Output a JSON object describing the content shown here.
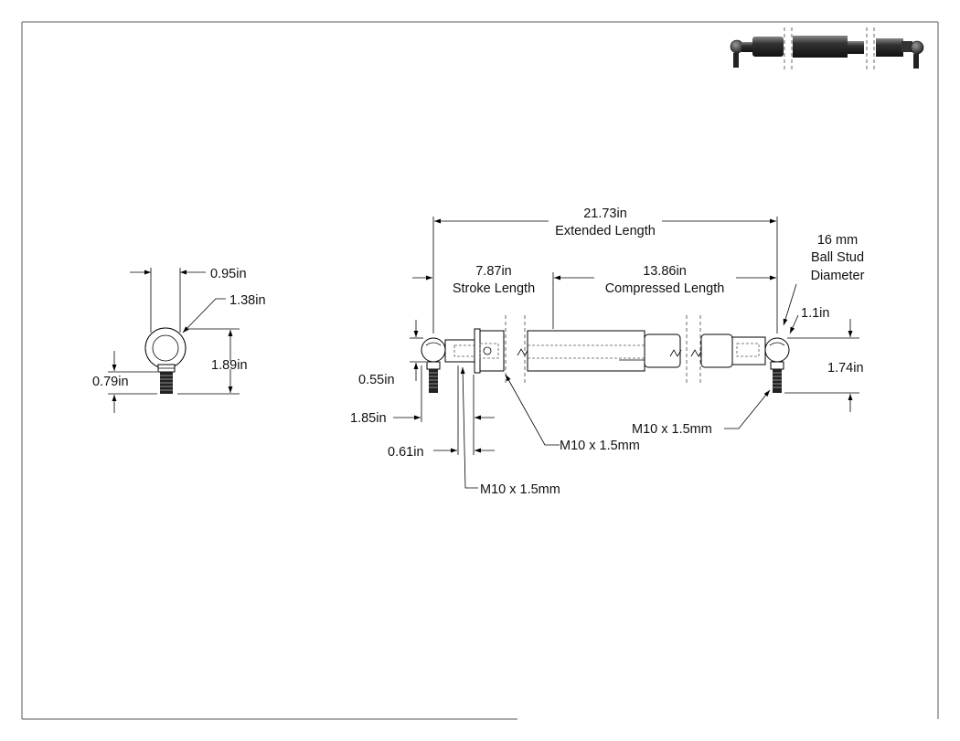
{
  "dimensions": {
    "extended_value": "21.73in",
    "extended_label": "Extended Length",
    "stroke_value": "7.87in",
    "stroke_label": "Stroke Length",
    "compressed_value": "13.86in",
    "compressed_label": "Compressed Length",
    "ball_stud_line1": "16 mm",
    "ball_stud_line2": "Ball Stud",
    "ball_stud_line3": "Diameter",
    "right_1_1": "1.1in",
    "right_1_74": "1.74in",
    "left_0_55": "0.55in",
    "left_1_85": "1.85in",
    "left_0_61": "0.61in",
    "thread_center": "M10 x 1.5mm",
    "thread_right": "M10 x 1.5mm",
    "thread_left": "M10 x 1.5mm",
    "side_0_95": "0.95in",
    "side_1_38": "1.38in",
    "side_1_89": "1.89in",
    "side_0_79": "0.79in"
  }
}
